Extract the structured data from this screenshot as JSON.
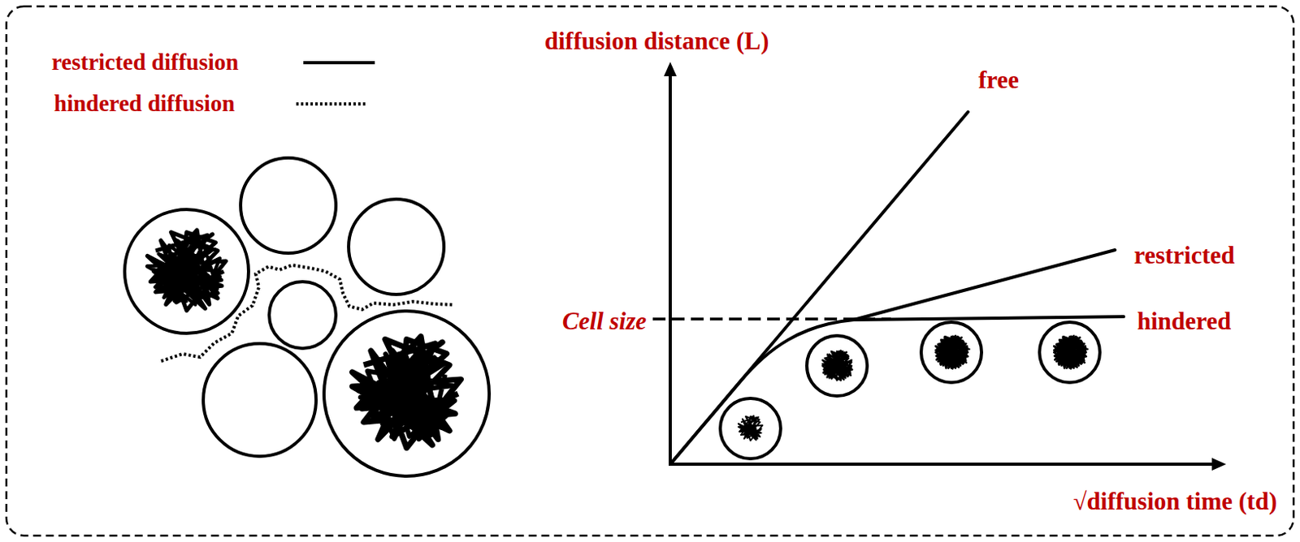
{
  "diagram": {
    "labels": [
      "diffusion distance (L)",
      "free",
      "restricted",
      "Cell size",
      "hindered",
      "√diffusion time (td)"
    ],
    "legend": [
      {
        "text": "restricted diffusion"
      },
      {
        "text": "hindered diffusion"
      }
    ]
  }
}
